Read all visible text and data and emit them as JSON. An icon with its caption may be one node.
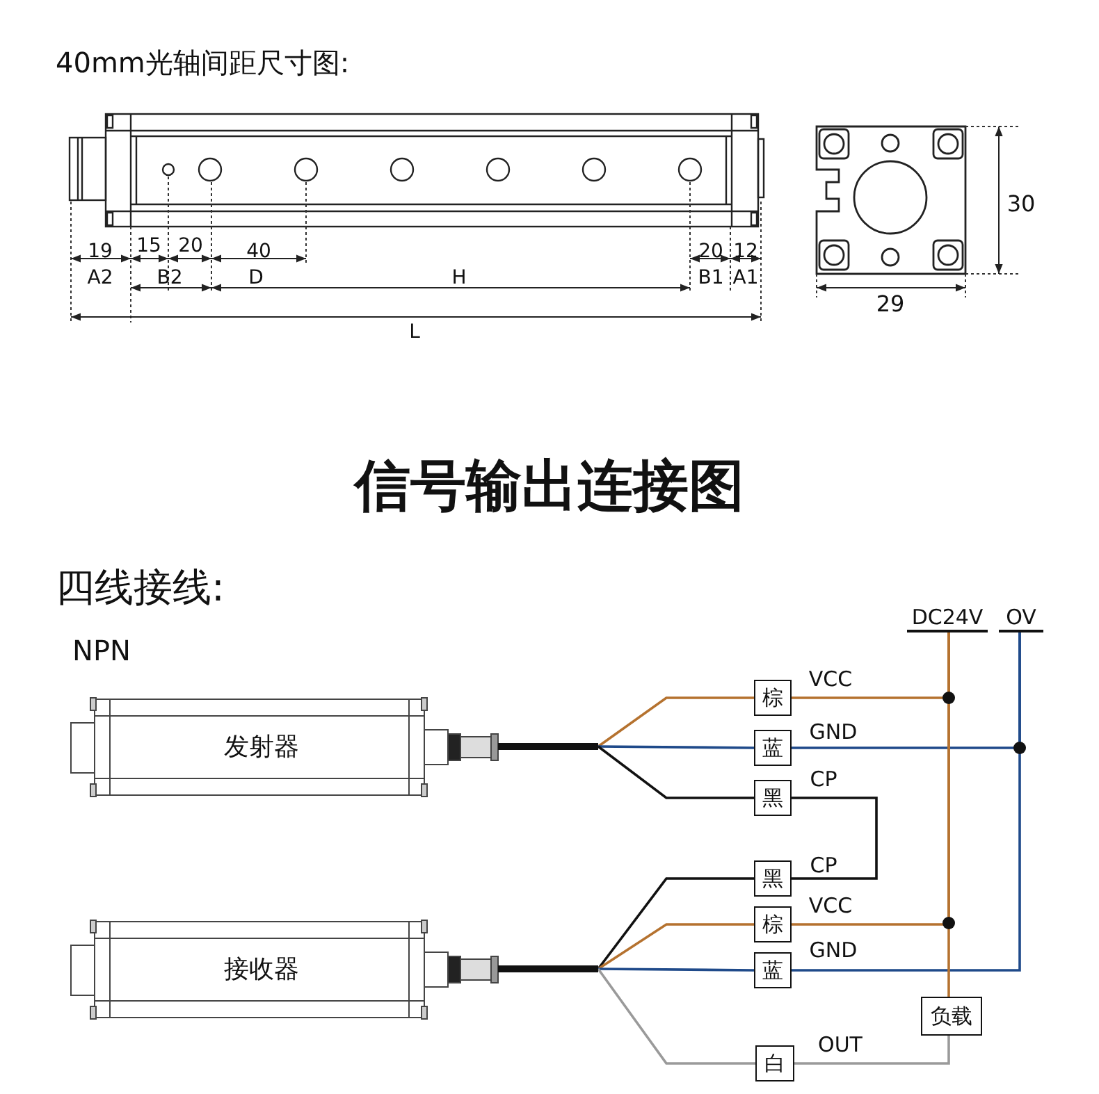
{
  "diagram": {
    "title": "信号输出连接图",
    "nodes": [
      {
        "text": [
          "发射器"
        ]
      },
      {
        "text": [
          "接收器"
        ]
      },
      {
        "text": [
          "棕"
        ]
      },
      {
        "text": [
          "蓝"
        ]
      },
      {
        "text": [
          "黑"
        ]
      },
      {
        "text": [
          "黑"
        ]
      },
      {
        "text": [
          "棕"
        ]
      },
      {
        "text": [
          "蓝"
        ]
      },
      {
        "text": [
          "白"
        ]
      },
      {
        "text": [
          "负载"
        ]
      },
      {
        "text": [
          "DC24V"
        ]
      },
      {
        "text": [
          "OV"
        ]
      }
    ],
    "edges": [
      {
        "from": 0,
        "to": 2,
        "arrow": "none",
        "color": "#b5722f"
      },
      {
        "from": 0,
        "to": 3,
        "arrow": "none",
        "color": "#1f4a8a"
      },
      {
        "from": 0,
        "to": 4,
        "arrow": "none",
        "color": "#111111"
      },
      {
        "from": 2,
        "to": 10,
        "arrow": "none",
        "color": "#b5722f",
        "label": "VCC"
      },
      {
        "from": 3,
        "to": 11,
        "arrow": "none",
        "color": "#1f4a8a",
        "label": "GND"
      },
      {
        "from": 4,
        "to": 5,
        "arrow": "none",
        "color": "#111111",
        "label": "CP"
      },
      {
        "from": 1,
        "to": 5,
        "arrow": "none",
        "color": "#111111"
      },
      {
        "from": 1,
        "to": 6,
        "arrow": "none",
        "color": "#b5722f"
      },
      {
        "from": 1,
        "to": 7,
        "arrow": "none",
        "color": "#1f4a8a"
      },
      {
        "from": 1,
        "to": 8,
        "arrow": "none",
        "color": "#9a9a9a"
      },
      {
        "from": 6,
        "to": 10,
        "arrow": "none",
        "color": "#b5722f",
        "label": "VCC"
      },
      {
        "from": 7,
        "to": 11,
        "arrow": "none",
        "color": "#1f4a8a",
        "label": "GND"
      },
      {
        "from": 10,
        "to": 9,
        "arrow": "none",
        "color": "#b5722f"
      },
      {
        "from": 8,
        "to": 9,
        "arrow": "none",
        "color": "#9a9a9a",
        "label": "OUT"
      }
    ],
    "labels": [
      "40mm光轴间距尺寸图:",
      "19",
      "15",
      "20",
      "40",
      "20",
      "12",
      "A2",
      "B2",
      "D",
      "H",
      "B1",
      "A1",
      "L",
      "30",
      "29",
      "四线接线:",
      "NPN",
      "CP"
    ]
  }
}
